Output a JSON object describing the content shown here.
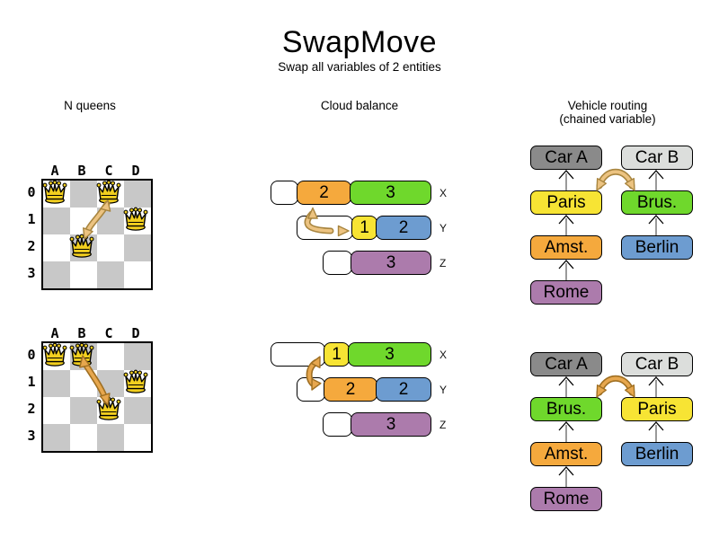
{
  "title": "SwapMove",
  "subtitle": "Swap all variables of 2 entities",
  "headers": {
    "nqueens": "N queens",
    "cloud": "Cloud balance",
    "vehicle_line1": "Vehicle routing",
    "vehicle_line2": "(chained variable)"
  },
  "nqueens": {
    "col_labels": [
      "A",
      "B",
      "C",
      "D"
    ],
    "row_labels": [
      "0",
      "1",
      "2",
      "3"
    ],
    "before": {
      "queens": [
        "A0",
        "C0",
        "D1",
        "B2"
      ],
      "swap": [
        "C0",
        "B2"
      ]
    },
    "after": {
      "queens": [
        "A0",
        "B0",
        "D1",
        "C2"
      ],
      "swap": [
        "B0",
        "C2"
      ]
    }
  },
  "cloud_balance": {
    "row_labels": [
      "X",
      "Y",
      "Z"
    ],
    "before": {
      "rows": [
        {
          "label": "X",
          "blocks": [
            {
              "value": "2",
              "color": "orange"
            },
            {
              "value": "3",
              "color": "green"
            }
          ]
        },
        {
          "label": "Y",
          "blocks": [
            {
              "value": "1",
              "color": "yellow"
            },
            {
              "value": "2",
              "color": "blue"
            }
          ]
        },
        {
          "label": "Z",
          "blocks": [
            {
              "value": "3",
              "color": "purple"
            }
          ]
        }
      ],
      "swap": [
        "2",
        "1"
      ]
    },
    "after": {
      "rows": [
        {
          "label": "X",
          "blocks": [
            {
              "value": "1",
              "color": "yellow"
            },
            {
              "value": "3",
              "color": "green"
            }
          ]
        },
        {
          "label": "Y",
          "blocks": [
            {
              "value": "2",
              "color": "orange"
            },
            {
              "value": "2",
              "color": "blue"
            }
          ]
        },
        {
          "label": "Z",
          "blocks": [
            {
              "value": "3",
              "color": "purple"
            }
          ]
        }
      ],
      "swap": [
        "1",
        "2"
      ]
    }
  },
  "vehicle_routing": {
    "before": {
      "chain_a": [
        "Car A",
        "Paris",
        "Amst.",
        "Rome"
      ],
      "chain_b": [
        "Car B",
        "Brus.",
        "Berlin"
      ],
      "swap": [
        "Paris",
        "Brus."
      ]
    },
    "after": {
      "chain_a": [
        "Car A",
        "Brus.",
        "Amst.",
        "Rome"
      ],
      "chain_b": [
        "Car B",
        "Paris",
        "Berlin"
      ],
      "swap": [
        "Brus.",
        "Paris"
      ]
    }
  },
  "colors": {
    "block_orange": "#f5a93d",
    "block_green": "#6fd82c",
    "block_yellow": "#f7e434",
    "block_blue": "#6d9cd0",
    "block_purple": "#ac7bac",
    "car_a_gray": "#8a8a8a",
    "car_b_gray": "#dcdedc",
    "board_gray": "#c8c8c8",
    "queen_gold": "#f2cf1f",
    "arrow_tan": "#ecc381",
    "arrow_tan_outline": "#a8853f",
    "arrow_orange": "#e7a74e",
    "arrow_orange_outline": "#9f6f22"
  }
}
